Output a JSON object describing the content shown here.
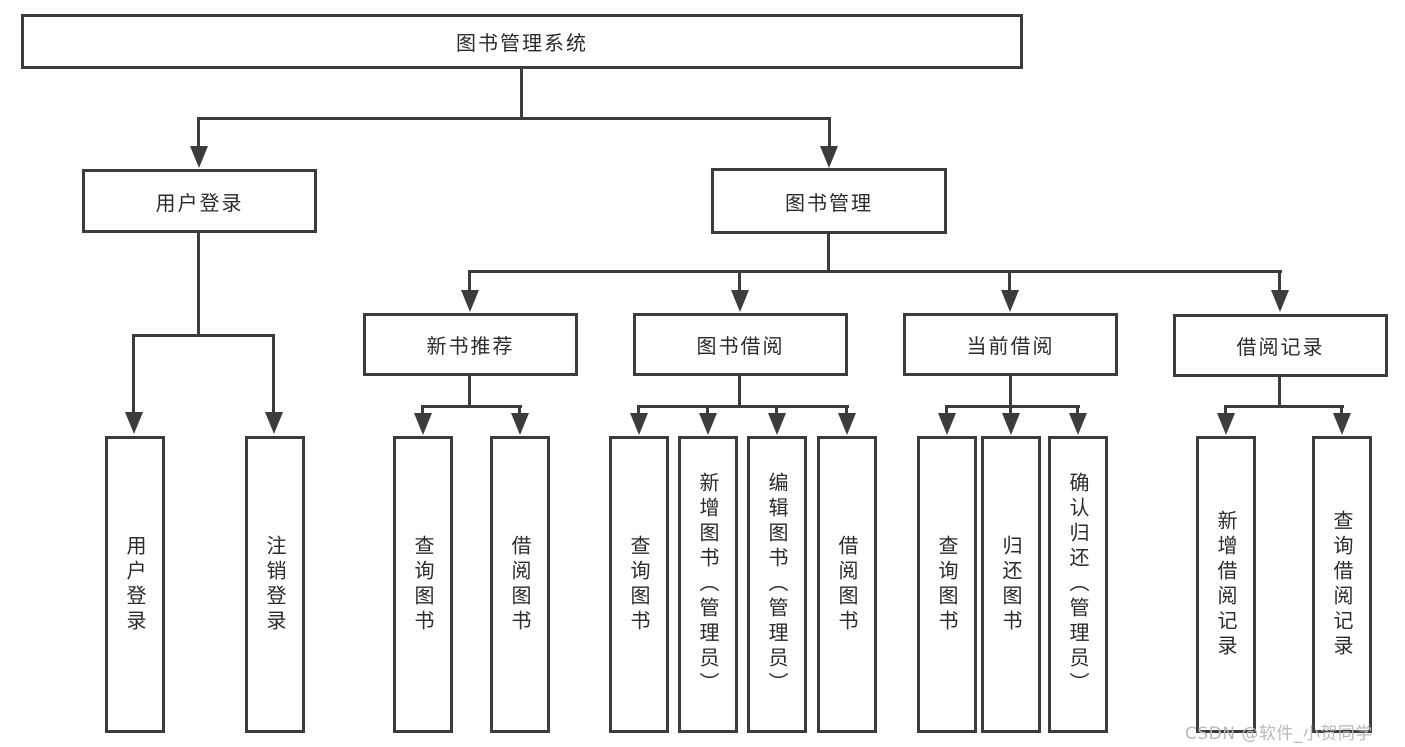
{
  "diagram": {
    "type": "hierarchy-diagram",
    "root": {
      "label": "图书管理系统"
    },
    "branches": [
      {
        "label": "用户登录",
        "children": [
          {
            "label": "用户登录"
          },
          {
            "label": "注销登录"
          }
        ]
      },
      {
        "label": "图书管理",
        "children": [
          {
            "label": "新书推荐",
            "children": [
              {
                "label": "查询图书"
              },
              {
                "label": "借阅图书"
              }
            ]
          },
          {
            "label": "图书借阅",
            "children": [
              {
                "label": "查询图书"
              },
              {
                "label": "新增图书（管理员）"
              },
              {
                "label": "编辑图书（管理员）"
              },
              {
                "label": "借阅图书"
              }
            ]
          },
          {
            "label": "当前借阅",
            "children": [
              {
                "label": "查询图书"
              },
              {
                "label": "归还图书"
              },
              {
                "label": "确认归还（管理员）"
              }
            ]
          },
          {
            "label": "借阅记录",
            "children": [
              {
                "label": "新增借阅记录"
              },
              {
                "label": "查询借阅记录"
              }
            ]
          }
        ]
      }
    ]
  },
  "watermark": {
    "text": "CSDN @软件_小贺同学"
  },
  "colors": {
    "line": "#3c3c3c",
    "text": "#2b2b2b",
    "background": "#ffffff",
    "watermark": "#b9b9b9"
  }
}
